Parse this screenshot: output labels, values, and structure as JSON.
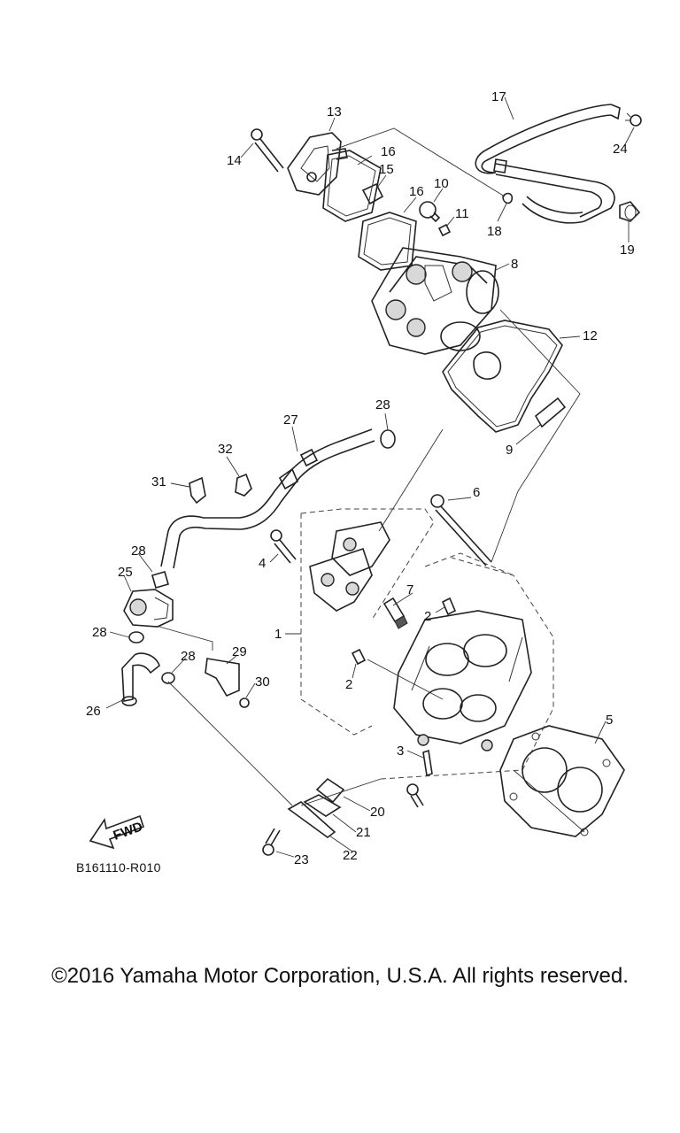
{
  "diagram": {
    "code": "B161110-R010",
    "direction_label": "FWD",
    "callouts": [
      {
        "id": "c1",
        "text": "1"
      },
      {
        "id": "c2a",
        "text": "2"
      },
      {
        "id": "c2b",
        "text": "2"
      },
      {
        "id": "c3",
        "text": "3"
      },
      {
        "id": "c4",
        "text": "4"
      },
      {
        "id": "c5",
        "text": "5"
      },
      {
        "id": "c6",
        "text": "6"
      },
      {
        "id": "c7",
        "text": "7"
      },
      {
        "id": "c8",
        "text": "8"
      },
      {
        "id": "c9",
        "text": "9"
      },
      {
        "id": "c10",
        "text": "10"
      },
      {
        "id": "c11",
        "text": "11"
      },
      {
        "id": "c12",
        "text": "12"
      },
      {
        "id": "c13",
        "text": "13"
      },
      {
        "id": "c14",
        "text": "14"
      },
      {
        "id": "c15",
        "text": "15"
      },
      {
        "id": "c16a",
        "text": "16"
      },
      {
        "id": "c16b",
        "text": "16"
      },
      {
        "id": "c17",
        "text": "17"
      },
      {
        "id": "c18",
        "text": "18"
      },
      {
        "id": "c19",
        "text": "19"
      },
      {
        "id": "c20",
        "text": "20"
      },
      {
        "id": "c21",
        "text": "21"
      },
      {
        "id": "c22",
        "text": "22"
      },
      {
        "id": "c23",
        "text": "23"
      },
      {
        "id": "c24",
        "text": "24"
      },
      {
        "id": "c25",
        "text": "25"
      },
      {
        "id": "c26",
        "text": "26"
      },
      {
        "id": "c27",
        "text": "27"
      },
      {
        "id": "c28a",
        "text": "28"
      },
      {
        "id": "c28b",
        "text": "28"
      },
      {
        "id": "c28c",
        "text": "28"
      },
      {
        "id": "c28d",
        "text": "28"
      },
      {
        "id": "c29",
        "text": "29"
      },
      {
        "id": "c30",
        "text": "30"
      },
      {
        "id": "c31",
        "text": "31"
      },
      {
        "id": "c32",
        "text": "32"
      }
    ]
  },
  "footer": {
    "copyright": "©2016 Yamaha Motor Corporation, U.S.A. All rights reserved."
  }
}
